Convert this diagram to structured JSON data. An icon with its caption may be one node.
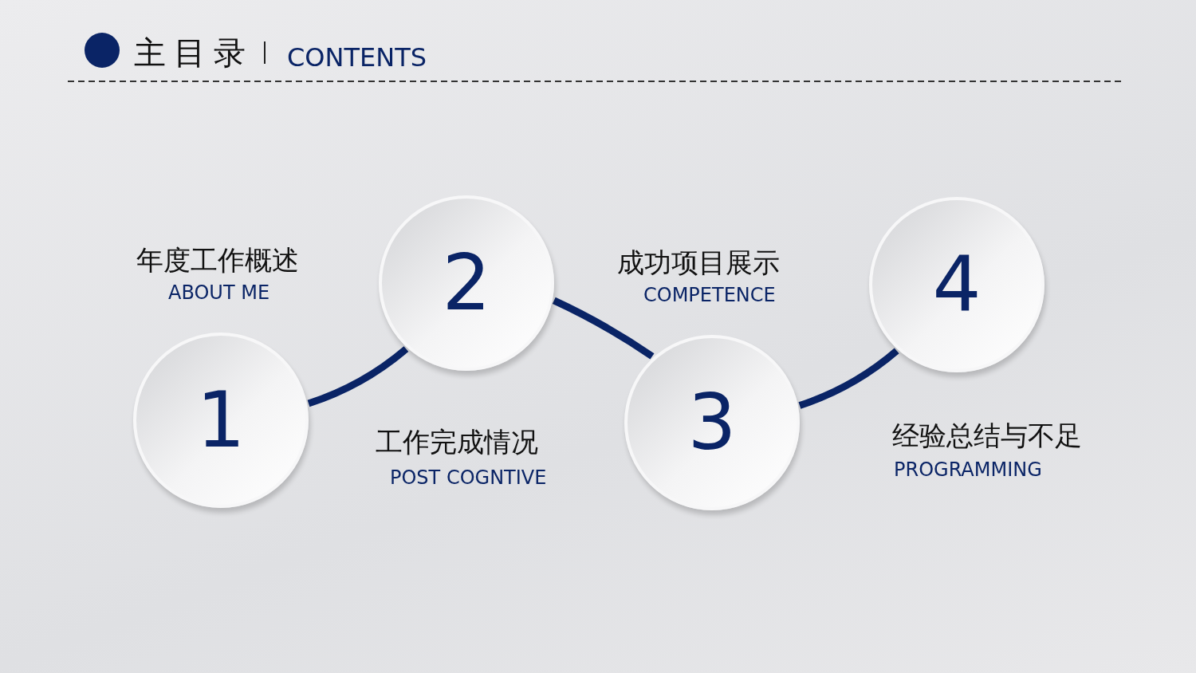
{
  "diagram": {
    "title": "主目录",
    "nodes": [
      {
        "text": [
          "1"
        ],
        "beside": [
          "年度工作概述",
          "ABOUT ME"
        ]
      },
      {
        "text": [
          "2"
        ],
        "beside": [
          "工作完成情况",
          "POST COGNTIVE"
        ]
      },
      {
        "text": [
          "3"
        ],
        "beside": [
          "成功项目展示",
          "COMPETENCE"
        ]
      },
      {
        "text": [
          "4"
        ],
        "beside": [
          "经验总结与不足",
          "PROGRAMMING"
        ]
      }
    ],
    "edges": [
      {
        "from": 0,
        "to": 1,
        "arrow": "none"
      },
      {
        "from": 1,
        "to": 2,
        "arrow": "none"
      },
      {
        "from": 2,
        "to": 3,
        "arrow": "none"
      }
    ],
    "labels": [
      "CONTENTS"
    ]
  }
}
